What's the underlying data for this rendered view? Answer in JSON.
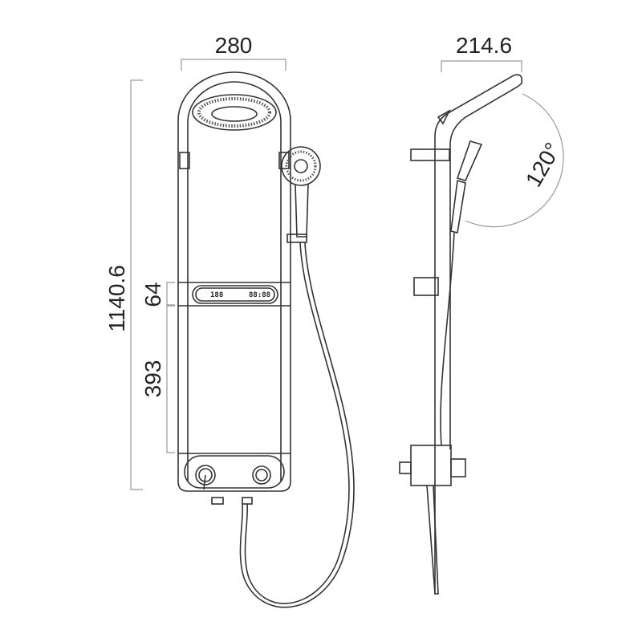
{
  "dimensions": {
    "front_width": "280",
    "total_height": "1140.6",
    "display_height": "64",
    "display_to_valves": "393",
    "side_depth": "214.6",
    "head_angle": "120°"
  },
  "display_panel": {
    "temperature_readout": "188",
    "clock_readout": "88:88"
  }
}
